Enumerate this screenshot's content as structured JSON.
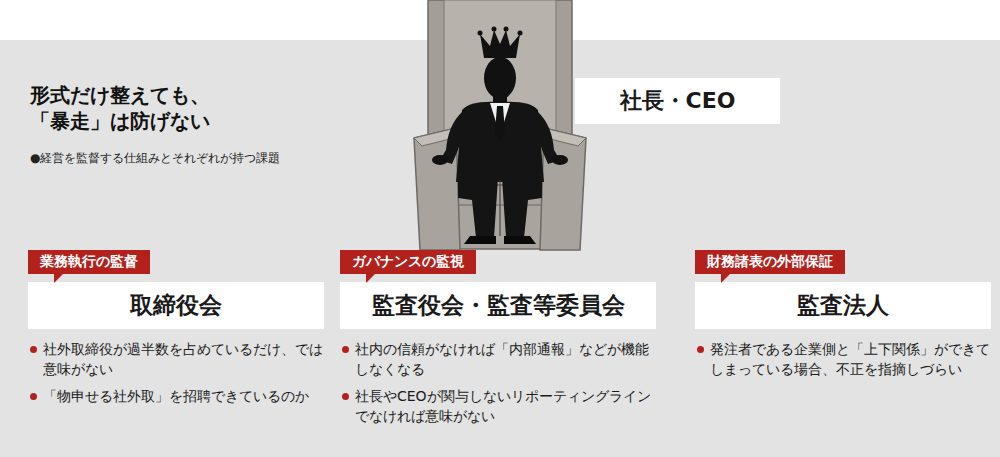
{
  "diagram": {
    "title": "形式だけ整えても、 「暴走」は防げない",
    "nodes": [
      {
        "text": [
          "社長・CEO"
        ]
      },
      {
        "text": [
          "業務執行の監督",
          "取締役会",
          "社外取締役が過半数を占めているだけ、では意味がない",
          "「物申せる社外取」を招聘できているのか"
        ]
      },
      {
        "text": [
          "ガバナンスの監視",
          "監査役会・監査等委員会",
          "社内の信頼がなければ「内部通報」などが機能しなくなる",
          "社長やCEOが関与しないリポーティングラインでなければ意味がない"
        ]
      },
      {
        "text": [
          "財務諸表の外部保証",
          "監査法人",
          "発注者である企業側と「上下関係」ができてしまっている場合、不正を指摘しづらい"
        ]
      }
    ],
    "labels": [
      "●経営を監督する仕組みとそれぞれが持つ課題"
    ]
  }
}
